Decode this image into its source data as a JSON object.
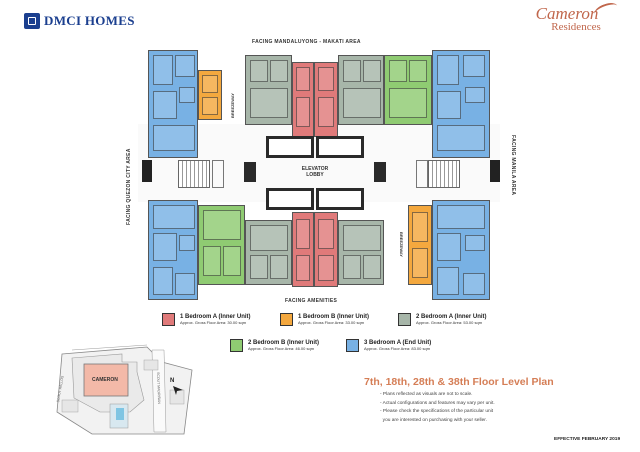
{
  "header": {
    "developer_logo": "DMCI HOMES",
    "project_logo_main": "Cameron",
    "project_logo_sub": "Residences"
  },
  "facings": {
    "top": "FACING MANDALUYONG - MAKATI AREA",
    "bottom": "FACING AMENITIES",
    "left": "FACING QUEZON CITY AREA",
    "right": "FACING MANILA AREA"
  },
  "floorplan": {
    "lobby_label_1": "ELEVATOR",
    "lobby_label_2": "LOBBY",
    "breezeway": "BREEZEWAY"
  },
  "legend": [
    {
      "title": "1 Bedroom A (Inner Unit)",
      "area": "Approx. Gross Floor Area: 30.00 sqm",
      "color": "#e07a7a"
    },
    {
      "title": "1 Bedroom B (Inner Unit)",
      "area": "Approx. Gross Floor Area: 33.00 sqm",
      "color": "#f4a83e"
    },
    {
      "title": "2 Bedroom A (Inner Unit)",
      "area": "Approx. Gross Floor Area: 53.00 sqm",
      "color": "#a7b6a9"
    },
    {
      "title": "2 Bedroom B (Inner Unit)",
      "area": "Approx. Gross Floor Area: 46.00 sqm",
      "color": "#8fcb72"
    },
    {
      "title": "3 Bedroom A (End Unit)",
      "area": "Approx. Gross Floor Area: 83.00 sqm",
      "color": "#78b1e4"
    }
  ],
  "site_map": {
    "building_label": "CAMERON",
    "north_label": "N",
    "road_1": "SCOUT RALLOS",
    "road_2": "SCOUT MADRIÑAN"
  },
  "plan_title": "7th, 18th, 28th & 38th Floor Level Plan",
  "notes": [
    "- Plans reflected as visuals are not to scale.",
    "- Actual configurations and features may vary per unit.",
    "- Please check the specifications of the particular unit",
    "  you are interested on purchasing with your seller."
  ],
  "effective": "EFFECTIVE FEBRUARY 2019"
}
